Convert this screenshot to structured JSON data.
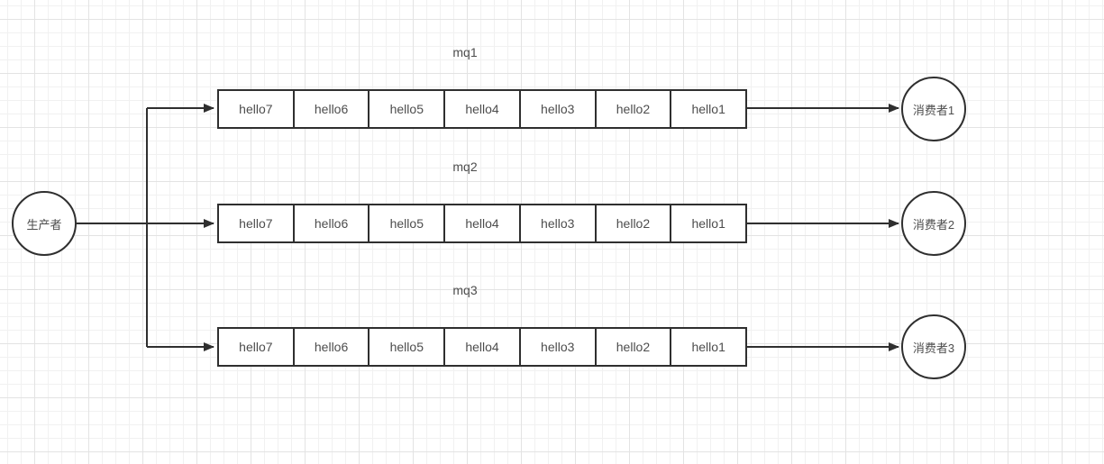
{
  "producer": {
    "label": "生产者"
  },
  "queues": [
    {
      "label": "mq1",
      "cells": [
        "hello7",
        "hello6",
        "hello5",
        "hello4",
        "hello3",
        "hello2",
        "hello1"
      ],
      "consumer": "消费者1"
    },
    {
      "label": "mq2",
      "cells": [
        "hello7",
        "hello6",
        "hello5",
        "hello4",
        "hello3",
        "hello2",
        "hello1"
      ],
      "consumer": "消费者2"
    },
    {
      "label": "mq3",
      "cells": [
        "hello7",
        "hello6",
        "hello5",
        "hello4",
        "hello3",
        "hello2",
        "hello1"
      ],
      "consumer": "消费者3"
    }
  ],
  "colors": {
    "line": "#2f2f2f",
    "text": "#4d4d4d",
    "grid_minor": "#f1f1f1",
    "grid_major": "#e3e3e3",
    "background": "#ffffff"
  }
}
